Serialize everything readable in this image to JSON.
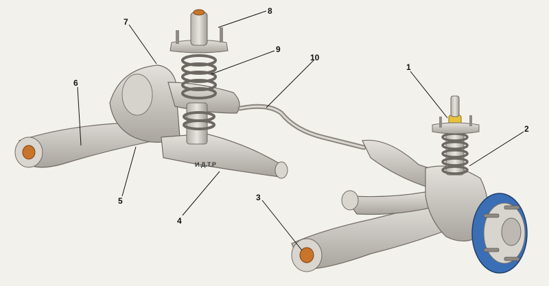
{
  "diagram": {
    "background_color": "#f3f1ec",
    "part_color": "#cfcbc6",
    "part_shadow": "#9a958f",
    "spring_color": "#8c8781",
    "accent_yellow": "#e8c23a",
    "accent_blue": "#3a6fb5",
    "bushing_color": "#c8742a",
    "callouts": [
      "1",
      "2",
      "3",
      "4",
      "5",
      "6",
      "7",
      "8",
      "9",
      "10"
    ],
    "stamp": "И.Д.Т.Р"
  }
}
